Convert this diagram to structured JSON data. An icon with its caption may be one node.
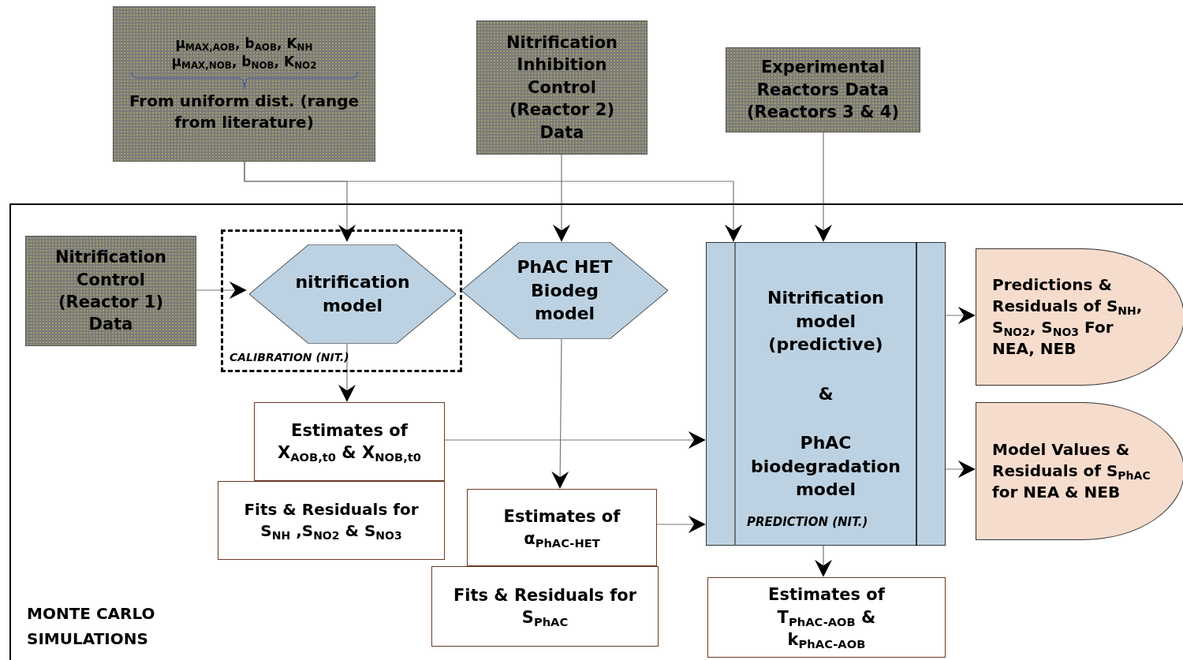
{
  "diagram": {
    "nodes": [
      {
        "text": [
          "μ$_{MAX,AOB}$, b$_{AOB}$, K$_{NH}$ μ$_{MAX,NOB}$, b$_{NOB}$, K$_{NO2}$",
          "From uniform dist. (range from literature)"
        ]
      },
      {
        "text": [
          "Nitrification Inhibition Control (Reactor 2) Data"
        ]
      },
      {
        "text": [
          "Experimental Reactors Data (Reactors 3 & 4)"
        ]
      },
      {
        "text": [
          "MONTE CARLO SIMULATIONS"
        ]
      },
      {
        "text": [
          "Nitrification Control (Reactor 1) Data"
        ],
        "in": 3
      },
      {
        "text": [
          "CALIBRATION (NIT.)"
        ],
        "in": 3
      },
      {
        "text": [
          "nitrification model"
        ],
        "in": 5
      },
      {
        "text": [
          "PhAC HET Biodeg model"
        ],
        "in": 3
      },
      {
        "text": [
          "Nitrification model (predictive)",
          "&",
          "PhAC biodegradation model",
          "PREDICTION (NIT.)"
        ],
        "in": 3
      },
      {
        "text": [
          "Predictions & Residuals of S$_{NH}$, S$_{NO2}$, S$_{NO3}$ For NEA, NEB"
        ],
        "in": 3
      },
      {
        "text": [
          "Model Values & Residuals of S$_{PhAC}$ for NEA & NEB"
        ],
        "in": 3
      },
      {
        "text": [
          "Estimates of X$_{AOB,t0}$ & X$_{NOB,t0}$"
        ],
        "in": 3
      },
      {
        "text": [
          "Fits & Residuals for S$_{NH}$ ,S$_{NO2}$ & S$_{NO3}$"
        ],
        "in": 3
      },
      {
        "text": [
          "Estimates of α$_{PhAC-HET}$"
        ],
        "in": 3
      },
      {
        "text": [
          "Fits & Residuals for S$_{PhAC}$"
        ],
        "in": 3
      },
      {
        "text": [
          "Estimates of T$_{PhAC-AOB}$ & k$_{PhAC-AOB}$"
        ],
        "in": 3
      }
    ],
    "edges": [
      {
        "from": 0,
        "to": 6,
        "arrow": "to"
      },
      {
        "from": 0,
        "to": 8,
        "arrow": "to"
      },
      {
        "from": 1,
        "to": 7,
        "arrow": "to"
      },
      {
        "from": 2,
        "to": 8,
        "arrow": "to"
      },
      {
        "from": 4,
        "to": 6,
        "arrow": "to"
      },
      {
        "from": 6,
        "to": 11,
        "arrow": "to"
      },
      {
        "from": 7,
        "to": 13,
        "arrow": "to"
      },
      {
        "from": 11,
        "to": 8,
        "arrow": "to"
      },
      {
        "from": 13,
        "to": 8,
        "arrow": "to"
      },
      {
        "from": 8,
        "to": 9,
        "arrow": "to"
      },
      {
        "from": 8,
        "to": 10,
        "arrow": "to"
      },
      {
        "from": 8,
        "to": 15,
        "arrow": "to"
      }
    ]
  }
}
